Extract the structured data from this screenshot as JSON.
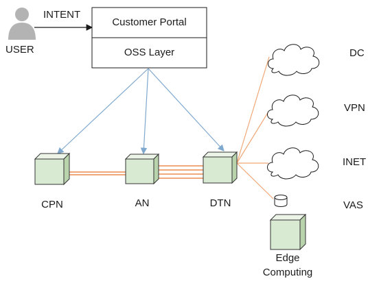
{
  "user": {
    "label": "USER"
  },
  "intent": {
    "label": "INTENT"
  },
  "portal": {
    "label": "Customer Portal"
  },
  "oss": {
    "label": "OSS Layer"
  },
  "nodes": {
    "cpn": "CPN",
    "an": "AN",
    "dtn": "DTN"
  },
  "services": {
    "dc": "DC",
    "vpn": "VPN",
    "inet": "INET",
    "vas": "VAS"
  },
  "edge": {
    "line1": "Edge",
    "line2": "Computing"
  },
  "colors": {
    "cube_face": "#d9ead3",
    "cube_top": "#ebf4e6",
    "cube_side": "#b9d3ad",
    "cube_stroke": "#333333",
    "orange_link": "#f0a878",
    "blue_arrow": "#7fa8cf",
    "user_icon": "#b3b3b3"
  }
}
